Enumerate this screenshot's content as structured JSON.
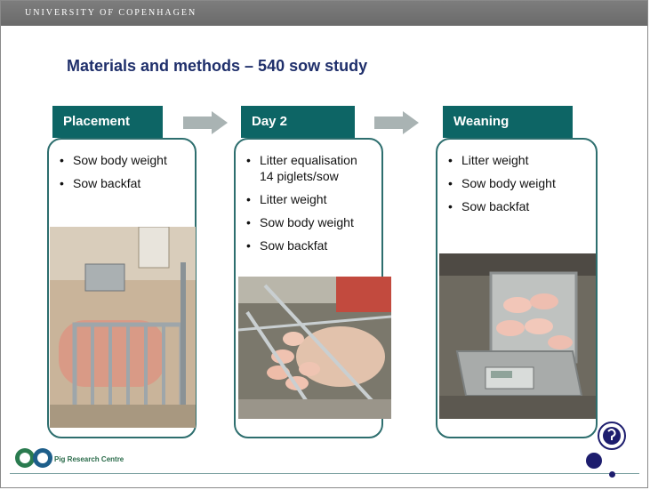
{
  "header": {
    "university": "UNIVERSITY OF COPENHAGEN"
  },
  "slide": {
    "title": "Materials and methods – 540 sow study"
  },
  "steps": [
    {
      "label": "Placement",
      "bullets": [
        "Sow body weight",
        "Sow backfat"
      ],
      "photo": "sow in weighing crate"
    },
    {
      "label": "Day 2",
      "bullets": [
        "Litter equalisation",
        "14 piglets/sow",
        "Litter weight",
        "Sow body weight",
        "Sow backfat"
      ],
      "photo": "sow nursing piglets in farrowing crate"
    },
    {
      "label": "Weaning",
      "bullets": [
        "Litter weight",
        "Sow body weight",
        "Sow backfat"
      ],
      "photo": "piglets in weighing trolley"
    }
  ],
  "footer": {
    "logo_text": "Pig Research Centre"
  },
  "colors": {
    "accent": "#0d6565",
    "title": "#1f2f6b",
    "arrow": "#a9b3b3",
    "topbar": "#747474"
  },
  "icons": {
    "arrow": "right-arrow-icon",
    "logo": "pig-research-centre-logo",
    "seal": "university-seal-icon"
  }
}
